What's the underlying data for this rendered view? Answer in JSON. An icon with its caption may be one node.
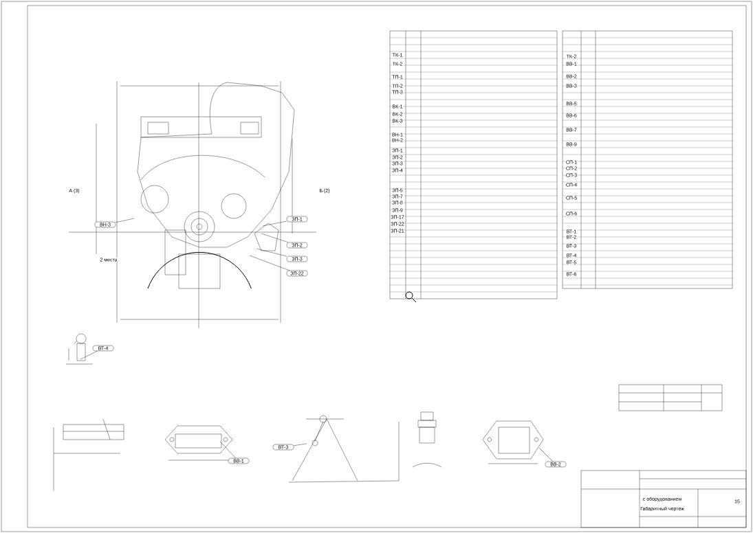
{
  "diagram": {
    "nodes": [
      {
        "text": [
          "ЗП-1"
        ]
      },
      {
        "text": [
          "ЗП-2"
        ]
      },
      {
        "text": [
          "ЗП-3"
        ]
      },
      {
        "text": [
          "ЗП-22"
        ]
      },
      {
        "text": [
          "ВН-3"
        ]
      },
      {
        "text": [
          "ВТ-4"
        ]
      },
      {
        "text": [
          "ВВ-1"
        ]
      },
      {
        "text": [
          "ВТ-3"
        ]
      },
      {
        "text": [
          "ВВ-2"
        ]
      }
    ],
    "edges": [
      {
        "from": 0,
        "to": null,
        "arrow": "none"
      },
      {
        "from": 1,
        "to": null,
        "arrow": "none"
      },
      {
        "from": 2,
        "to": null,
        "arrow": "none"
      },
      {
        "from": 3,
        "to": null,
        "arrow": "none"
      },
      {
        "from": 4,
        "to": null,
        "arrow": "none"
      },
      {
        "from": 5,
        "to": null,
        "arrow": "none"
      },
      {
        "from": 6,
        "to": null,
        "arrow": "none"
      },
      {
        "from": 7,
        "to": null,
        "arrow": "none"
      },
      {
        "from": 8,
        "to": null,
        "arrow": "none"
      }
    ],
    "labels": [
      "А (3)",
      "Б (2)",
      "2 места",
      "ТК-1",
      "ТК-2",
      "ТП-1",
      "ТП-2",
      "ТП-3",
      "ВК-1",
      "ВК-2",
      "ВК-3",
      "ВН-1",
      "ВН-2",
      "ЗП-1",
      "ЗП-2",
      "ЗП-3",
      "ЗП-4",
      "ЗП-5",
      "ЗП-7",
      "ЗП-8",
      "ЗП-9",
      "ЗП-17",
      "ЗП-22",
      "ЗП-21",
      "ТК-2",
      "ВВ-1",
      "ВВ-2",
      "ВВ-3",
      "ВВ-5",
      "ВВ-6",
      "ВВ-7",
      "ВВ-9",
      "СП-1",
      "СП-2",
      "СП-3",
      "СП-4",
      "СП-5",
      "СП-6",
      "ВТ-1",
      "ВТ-2",
      "ВТ-3",
      "ВТ-4",
      "ВТ-5",
      "ВТ-6",
      "с оборудованием",
      "Габаритный чертеж",
      "15"
    ]
  }
}
